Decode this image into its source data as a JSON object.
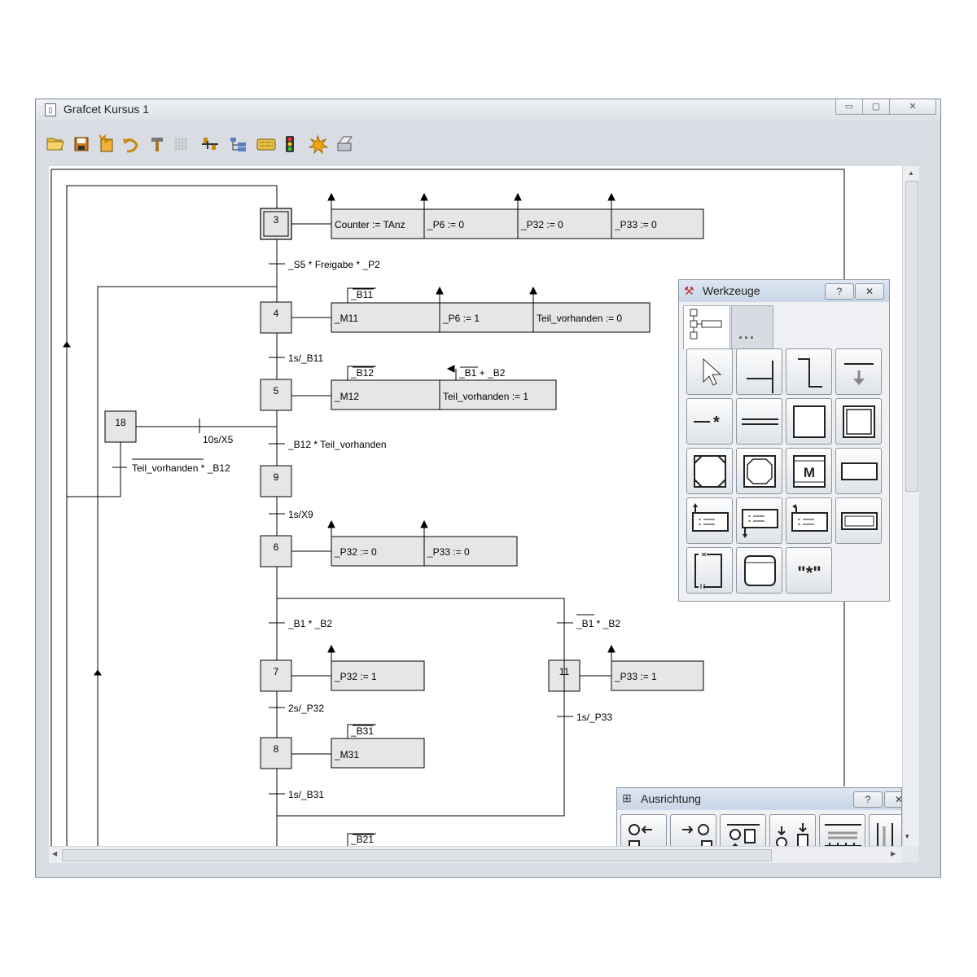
{
  "window": {
    "title": "Grafcet Kursus 1",
    "controls": {
      "minimize": "▭",
      "maximize": "▢",
      "close": "✕"
    }
  },
  "toolbar": {
    "icons": [
      "open-folder-icon",
      "save-icon",
      "new-icon",
      "undo-icon",
      "hammer-icon",
      "grid-icon",
      "connect-icon",
      "tree-icon",
      "keyboard-icon",
      "traffic-light-icon",
      "spark-icon",
      "print-icon"
    ]
  },
  "grafcet": {
    "steps": [
      {
        "id": "3",
        "initial": true
      },
      {
        "id": "4"
      },
      {
        "id": "5"
      },
      {
        "id": "9"
      },
      {
        "id": "6"
      },
      {
        "id": "7"
      },
      {
        "id": "8"
      },
      {
        "id": "11"
      },
      {
        "id": "18"
      }
    ],
    "actions": {
      "s3": [
        "Counter := TAnz",
        "_P6 := 0",
        "_P32 := 0",
        "_P33 := 0"
      ],
      "s4": [
        "_M11",
        "_P6 := 1",
        "Teil_vorhanden := 0"
      ],
      "s5": [
        "_M12",
        "Teil_vorhanden := 1"
      ],
      "s6": [
        "_P32 := 0",
        "_P33 := 0"
      ],
      "s7": [
        "_P32 := 1"
      ],
      "s8": [
        "_M31"
      ],
      "s11": [
        "_P33 := 1"
      ]
    },
    "action_conditions": {
      "b11": "_B11",
      "b12": "_B12",
      "b1b2": "_B1 + _B2",
      "b31": "_B31",
      "b21": "_B21"
    },
    "transitions": {
      "t3": "_S5 * Freigabe * _P2",
      "t4": "1s/_B11",
      "t5": "_B12 * Teil_vorhanden",
      "t18a": "10s/X5",
      "t18b": "Teil_vorhanden * _B12",
      "t9": "1s/X9",
      "t6a": "_B1 * _B2",
      "t6b": "_B1 * _B2",
      "t7": "2s/_P32",
      "t11": "1s/_P33",
      "t8": "1s/_B31"
    }
  },
  "werkzeuge": {
    "title": "Werkzeuge",
    "help": "?",
    "close": "✕",
    "tab2_label": "...",
    "tools": [
      "pointer-tool",
      "transition-tool",
      "link-tool",
      "jump-tool",
      "star-transition-tool",
      "double-line-tool",
      "step-tool",
      "initial-step-tool",
      "macro-step-tool",
      "enclosing-step-tool",
      "macro-m-tool",
      "action-box-tool",
      "action-up-tool",
      "action-down-tool",
      "action-flag-tool",
      "action-plain-tool",
      "enclosure-tool",
      "macro-tool",
      "comment-tool"
    ],
    "macro_letter": "M",
    "comment_glyph": "\"*\""
  },
  "ausrichtung": {
    "title": "Ausrichtung",
    "help": "?",
    "close": "✕"
  }
}
